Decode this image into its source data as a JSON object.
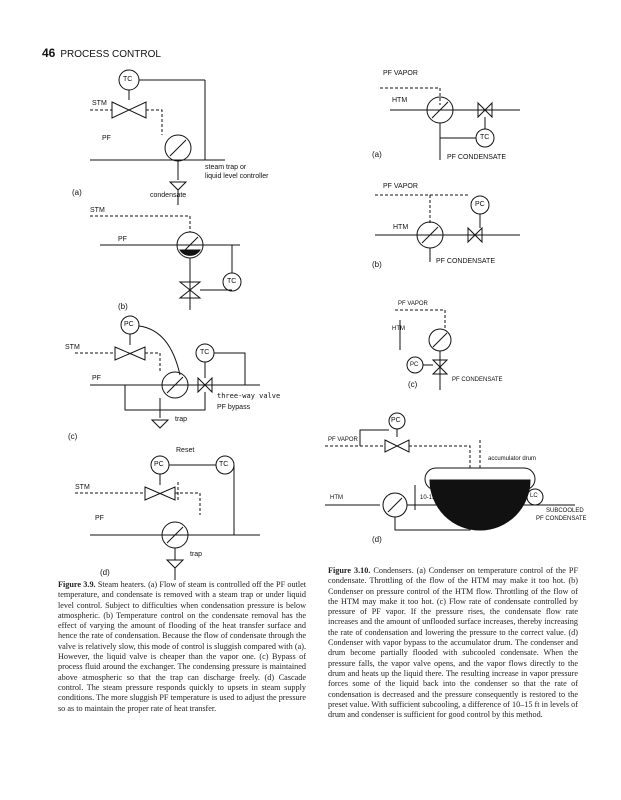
{
  "header": {
    "page_number": "46",
    "running_title": "PROCESS CONTROL"
  },
  "fig39": {
    "a": {
      "tag": "(a)",
      "tc": "TC",
      "stm": "STM",
      "pf": "PF",
      "trap_note_1": "steam trap or",
      "trap_note_2": "liquid level controller",
      "condensate": "condensate"
    },
    "b": {
      "tag": "(b)",
      "stm": "STM",
      "pf": "PF",
      "tc": "TC"
    },
    "c": {
      "tag": "(c)",
      "pc": "PC",
      "tc": "TC",
      "stm": "STM",
      "pf": "PF",
      "three_way": "three-way  valve",
      "bypass": "PF bypass",
      "trap": "trap"
    },
    "d": {
      "tag": "(d)",
      "reset": "Reset",
      "pc": "PC",
      "tc": "TC",
      "stm": "STM",
      "pf": "PF",
      "trap": "trap"
    },
    "caption_label": "Figure 3.9.",
    "caption": "Steam heaters. (a) Flow of steam is controlled off the PF outlet temperature, and condensate is removed with a steam trap or under liquid level control. Subject to difficulties when condensation pressure is below atmospheric. (b) Temperature control on the condensate removal has the effect of varying the amount of flooding of the heat transfer surface and hence the rate of condensation. Because the flow of condensate through the valve is relatively slow, this mode of control is sluggish compared with (a). However, the liquid valve is cheaper than the vapor one. (c) Bypass of process fluid around the exchanger. The condensing pressure is maintained above atmospheric so that the trap can discharge freely. (d) Cascade control. The steam pressure responds quickly to upsets in steam supply conditions. The more sluggish PF temperature is used to adjust the pressure so as to maintain the proper rate of heat transfer."
  },
  "fig310": {
    "a": {
      "tag": "(a)",
      "pf_vapor": "PF VAPOR",
      "htm": "HTM",
      "tc": "TC",
      "pf_condensate": "PF CONDENSATE"
    },
    "b": {
      "tag": "(b)",
      "pf_vapor": "PF VAPOR",
      "htm": "HTM",
      "pc": "PC",
      "pf_condensate": "PF CONDENSATE"
    },
    "c": {
      "tag": "(c)",
      "pf_vapor": "PF VAPOR",
      "htm": "HTM",
      "pc": "PC",
      "pf_condensate": "PF CONDENSATE"
    },
    "d": {
      "tag": "(d)",
      "pc": "PC",
      "pf_vapor": "PF VAPOR",
      "accumulator": "accumulator drum",
      "lc": "LC",
      "htm": "HTM",
      "height": "10-15 FT",
      "subcooled_1": "SUBCOOLED",
      "subcooled_2": "PF CONDENSATE"
    },
    "caption_label": "Figure 3.10.",
    "caption": "Condensers. (a) Condenser on temperature control of the PF condensate. Throttling of the flow of the HTM may make it too hot. (b) Condenser on pressure control of the HTM flow. Throttling of the flow of the HTM may make it too hot. (c) Flow rate of condensate controlled by pressure of PF vapor. If the pressure rises, the condensate flow rate increases and the amount of unflooded surface increases, thereby increasing the rate of condensation and lowering the pressure to the correct value. (d) Condenser with vapor bypass to the accumulator drum. The condenser and drum become partially flooded with subcooled condensate. When the pressure falls, the vapor valve opens, and the vapor flows directly to the drum and heats up the liquid there. The resulting increase in vapor pressure forces some of the liquid back into the condenser so that the rate of condensation is decreased and the pressure consequently is restored to the preset value. With sufficient subcooling, a difference of 10–15 ft in levels of drum and condenser is sufficient for good control by this method."
  }
}
